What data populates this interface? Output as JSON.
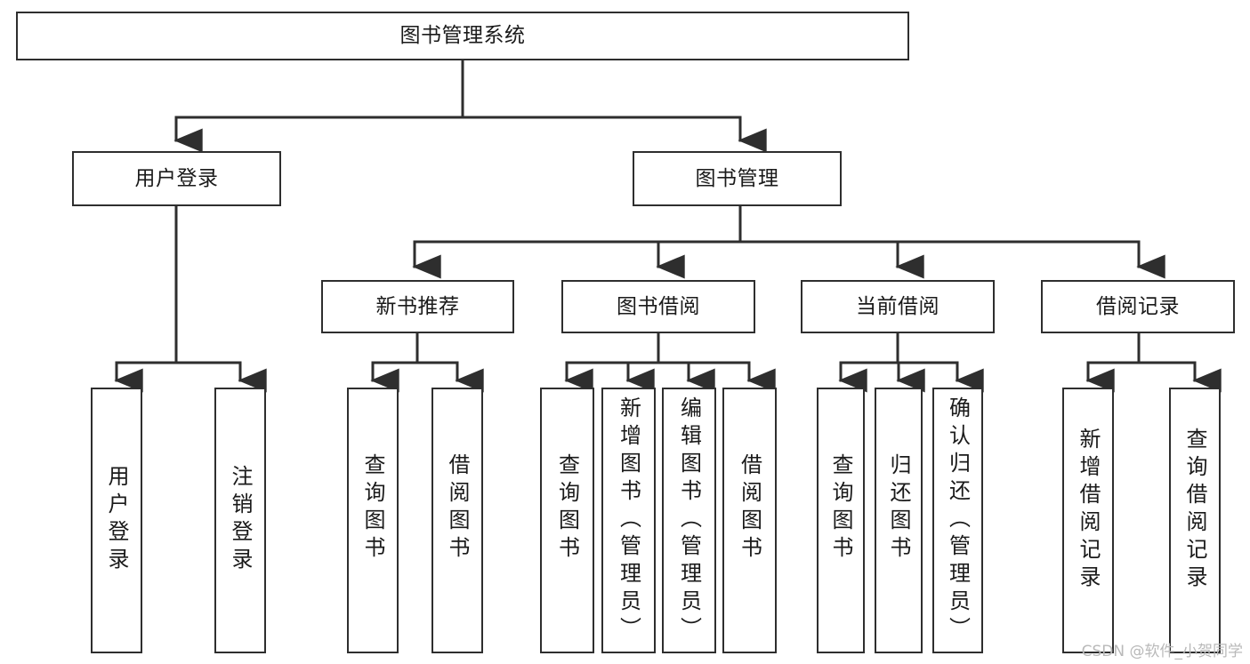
{
  "diagram": {
    "title": "图书管理系统",
    "type": "tree-hierarchy",
    "root": {
      "label": "图书管理系统"
    },
    "level2": [
      {
        "label": "用户登录"
      },
      {
        "label": "图书管理"
      }
    ],
    "level3": [
      {
        "label": "新书推荐"
      },
      {
        "label": "图书借阅"
      },
      {
        "label": "当前借阅"
      },
      {
        "label": "借阅记录"
      }
    ],
    "leaves": {
      "user_login": [
        {
          "label": "用户登录"
        },
        {
          "label": "注销登录"
        }
      ],
      "new_book_recommend": [
        {
          "label": "查询图书"
        },
        {
          "label": "借阅图书"
        }
      ],
      "book_borrow": [
        {
          "label": "查询图书"
        },
        {
          "label": "新增图书（管理员）"
        },
        {
          "label": "编辑图书（管理员）"
        },
        {
          "label": "借阅图书"
        }
      ],
      "current_borrow": [
        {
          "label": "查询图书"
        },
        {
          "label": "归还图书"
        },
        {
          "label": "确认归还（管理员）"
        }
      ],
      "borrow_record": [
        {
          "label": "新增借阅记录"
        },
        {
          "label": "查询借阅记录"
        }
      ]
    }
  },
  "watermark": {
    "text": "CSDN @软件_小贺同学"
  },
  "colors": {
    "stroke": "#2e2e2e",
    "background": "#ffffff",
    "text": "#1a1a1a",
    "watermark": "#b9b9b9"
  }
}
